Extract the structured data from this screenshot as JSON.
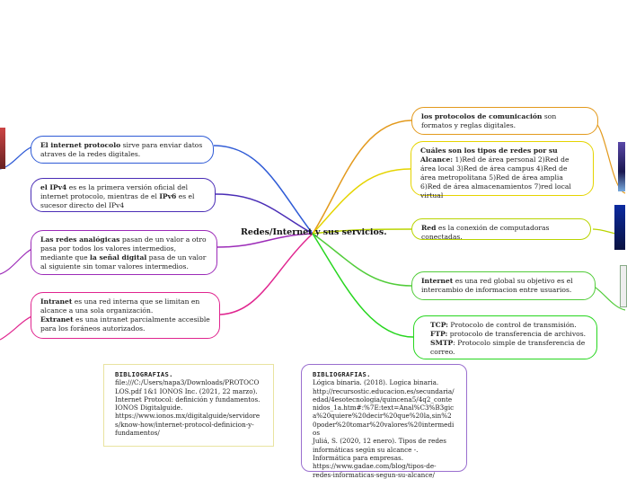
{
  "title": "Redes/Internet y sus servicios.",
  "colors": {
    "protocolo": "#2f5bd6",
    "ipv4": "#4a2db6",
    "analogicas": "#9c2bb8",
    "intranet": "#e0258f",
    "protocolos": "#e39a1d",
    "tipos": "#e5d400",
    "red": "#b9d400",
    "internet": "#52cc3a",
    "tcp": "#27d61f",
    "bib1": "#e9e3a0",
    "bib2": "#9a6fcf"
  },
  "left_nodes": [
    {
      "bold": "El internet protocolo",
      "text": " sirve para enviar datos atraves de la redes digitales."
    },
    {
      "bold": "el IPv4",
      "text": " es es la primera versión oficial del internet protocolo, mientras de el ",
      "bold2": "IPv6",
      "text2": " es el sucesor directo del IPv4"
    },
    {
      "bold": "Las redes analógicas",
      "text": " pasan de un valor a otro pasa por todos los valores intermedios, mediante que ",
      "bold2": "la señal digital",
      "text2": " pasa de un valor al siguiente sin tomar valores intermedios."
    },
    {
      "bold": "Intranet",
      "text": " es una red interna que se limitan en alcance a una sola organización.",
      "bold2": "Extranet",
      "text2": " es una intranet  parcialmente accesible para los foráneos autorizados."
    }
  ],
  "right_nodes": [
    {
      "bold": "los protocolos de comunicación",
      "text": " son formatos y reglas digitales."
    },
    {
      "bold": "Cuáles son los tipos de redes por su Alcance:",
      "text": " 1)Red de área personal 2)Red de área local  3)Red de área campus 4)Red de área metropolitana 5)Red de área amplia 6)Red de área almacenamientos 7)red local virtual"
    },
    {
      "bold": "Red",
      "text": " es la conexión de computadoras conectadas."
    },
    {
      "bold": "Internet",
      "text": " es una red global su objetivo es el intercambio de informacion entre usuarios."
    },
    {
      "lines": [
        {
          "bold": "TCP:",
          "text": " Protocolo de control de transmisión."
        },
        {
          "bold": "FTP:",
          "text": " protocolo de transferencia de archivos."
        },
        {
          "bold": "SMTP",
          "text": ": Protocolo simple de transferencia de correo."
        }
      ]
    }
  ],
  "bibliography_1": {
    "title": "BIBLIOGRAFIAS.",
    "lines": [
      "file:///C:/Users/napa3/Downloads/PROTOCOLOS.pdf                              1&1 IONOS Inc. (2021, 22 marzo). Internet Protocol: definición y fundamentos. IONOS Digitalguide. https://www.ionos.mx/digitalguide/servidores/know-how/internet-protocol-definicion-y-fundamentos/"
    ]
  },
  "bibliography_2": {
    "title": "BIBLIOGRAFIAS.",
    "lines": [
      "Lógica binaria. (2018). Logica binaria. http://recursostic.educacion.es/secundaria/edad/4esotecnologia/quincena5/4q2_contenidos_1a.htm#:%7E:text=Anal%C3%B3gica%20quiere%20decir%20que%20la,sin%20poder%20tomar%20valores%20intermedios",
      "Juliá, S. (2020, 12 enero). Tipos de redes informáticas según su alcance -. Informática para empresas. https://www.gadae.com/blog/tipos-de-redes-informaticas-segun-su-alcance/"
    ]
  }
}
